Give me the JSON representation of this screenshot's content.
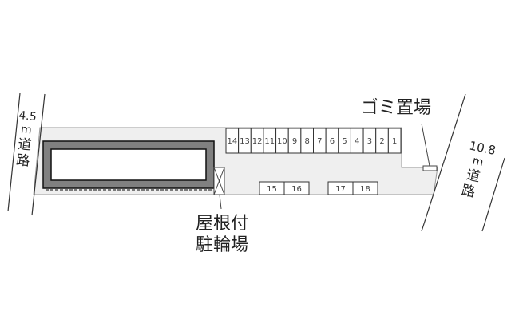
{
  "roads": {
    "left": {
      "width": "4.5",
      "unit": "m",
      "label_1": "道",
      "label_2": "路"
    },
    "right": {
      "width": "10.8",
      "unit": "m",
      "label_1": "道",
      "label_2": "路"
    }
  },
  "labels": {
    "garbage": "ゴミ置場",
    "bike_line1": "屋根付",
    "bike_line2": "駐輪場"
  },
  "parking_row": [
    "14",
    "13",
    "12",
    "11",
    "10",
    "9",
    "8",
    "7",
    "6",
    "5",
    "4",
    "3",
    "2",
    "1"
  ],
  "parking_lower": [
    "15",
    "16",
    "17",
    "18"
  ],
  "colors": {
    "lot": "#efefef",
    "building_wall": "#808080",
    "line": "#333333"
  }
}
